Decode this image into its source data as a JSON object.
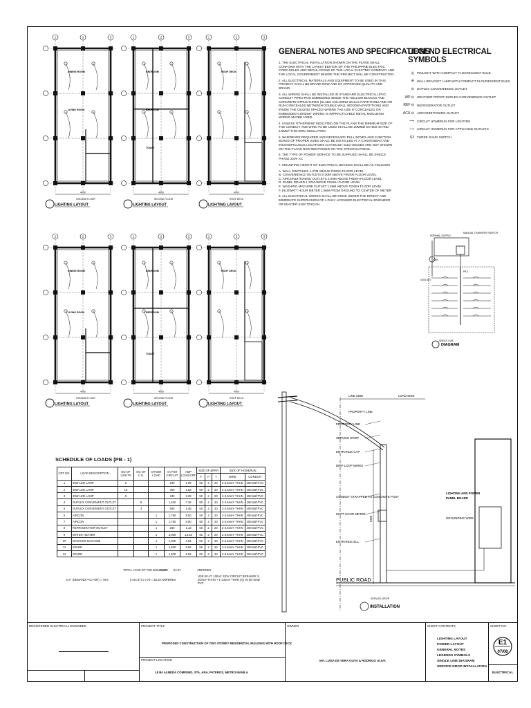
{
  "floor_plans": {
    "row1_labels": [
      "GROUND FLOOR",
      "SECOND FLOOR",
      "ROOF DECK"
    ],
    "row2_labels": [
      "GROUND FLOOR",
      "SECOND FLOOR",
      "ROOF DECK"
    ],
    "layout_title": "LIGHTING LAYOUT",
    "rooms_gf": [
      "DINING ROOM",
      "LIVING ROOM"
    ],
    "rooms_sf": [
      "BEDROOM",
      "BEDROOM",
      "TOILET"
    ],
    "rooms_roof": [
      "ROOF DECK"
    ],
    "dim": "4000",
    "grid_letters": [
      "1",
      "2",
      "3"
    ]
  },
  "general_notes": {
    "title": "GENERAL NOTES AND SPECIFICATIONS",
    "items": [
      "1. THE ELECTRICAL INSTALLATION SHOWN ON THE PLANS SHALL CONFORM WITH THE LATEST EDITION OF THE PHILIPPINE ELECTRIC CODE RULES AND REGULATIONS OF THE LOCAL ELECTRIC COMPANY AND THE LOCAL GOVERNMENT WHERE THE PROJECT WILL BE CONSTRUCTED.",
      "2. ALL ELECTRICAL MATERIALS AND EQUIPMENT TO BE USED IN THIS PROJECT SHALL BE BRAND NEW AND OF APPROVED QUALITY AND BRAND.",
      "3. ALL WIRING SHALL BE INSTALLED IN STANDARD ELECTRICAL UPVC CONDUIT PIPES RUN EMBEDDED INSIDE THE HOLLOW BLOCKS AND CONCRETE STRUCTURES (SLABS COLUMNS WALLS PARTITIONS AND OR RUN CONCEALED BETWEEN DOUBLE WALL WOODEN PARTITIONS AND INSIDE THE CEILING SPACES WHERE THE USE IF CONCEALED OR EMBEDDED CONDUIT WIRING IS IMPRACTICABLE METAL MOULDING WIRING MAYBE USED.",
      "4. UNLESS OTHERWISE INDICATED ON THE PLANS THE MINIMUM SIZE OF THE CONDUIT AND WIRE TO BE USED SHALL BE 20MMØ SCHED 40 AND 3.5MM² THW 600V INSULATION.",
      "5. WHEREVER REQUIRED AND NECESSARY PULL BOXES AND JUNCTION BOXES OF PROPER SIZES SHALL BE INSTALLED AT A CONVENIENT AND INCONSPICUOUS LOCATIONS ALTHOUGH SUCH BOXES ARE NOT SHOWN ON THE PLANS NOR MENTIONED ON THE SPECIFICATIONS.",
      "6. THE TYPE OF POWER SERVICE TO BE SUPPLIED SHALL BE SINGLE PHASE 220V AC",
      "7. MOUNTING HEIGHT OF ELECTRICAL DEVICES SHALL BE AS FOLLOWS",
      "A. WALL SWITCHES 1.37M ABOVE FINISH FLOOR LEVEL\nB. CONVENIENCE OUTLETS 0.30M ABOVE FINISH FLOOR LEVEL\nC. AIRCONDITIONING OUTLETS 2.00M ABOVE FINISH FLOOR LEVEL\nD. PANEL BOARD 1.37M ABOVE FINISH FLOOR LEVEL\nE. WASHING MACHINE OUTLET 1.50M ABOVE FINISH FLOOR LEVEL\nF. KILOWATT HOUR METER 1.80M FROM GROUND TO CENTER OF METER",
      "8. ALL ELECTRICAL WORKS SHALL BE DONE UNDER THE DIRECT AND IMMEDIATE SUPERVISION OF A DULY LICENSED ELECTRICAL ENGINEER OR MASTER ELECTRICIAN"
    ]
  },
  "legend": {
    "title": "LEGEND ELECTRICAL SYMBOLS",
    "items": [
      {
        "sym": "◎",
        "text": "PINLIGHT WITH COMPACT FLOURESCENT BULB"
      },
      {
        "sym": "⊕",
        "text": "WALL BRACKET LAMP WITH COMPACT FLOURESCENT BULB"
      },
      {
        "sym": "⊖",
        "text": "DUPLEX CONVENIENCE OUTLET"
      },
      {
        "sym": "WP ⊖",
        "text": "WEATHER PROOF DUPLEX CONVENIENCE OUTLET"
      },
      {
        "sym": "REF ⊖",
        "text": "REFRIGERATOR OUTLET"
      },
      {
        "sym": "ACU ⊖",
        "text": "AIRCONDITIONING OUTLET"
      },
      {
        "sym": "⟿",
        "text": "CIRCUIT HOMERUN FOR LIGHTING"
      },
      {
        "sym": "⟿",
        "text": "CIRCUIT HOMERUN FOR APPLIANCE OUTLETS"
      },
      {
        "sym": "S3",
        "text": "THREE GANG SWITCH"
      }
    ]
  },
  "single_line": {
    "labels": [
      "NORMAL SUPPLY",
      "MANUAL TRANSFER SWITCH",
      "KWH",
      "GEN SET"
    ],
    "panel_label": "PB-1",
    "caption_small": "SINGLE LINE",
    "caption": "DIAGRAM"
  },
  "service_drop": {
    "labels": [
      "LINE SIDE",
      "LOAD SIDE",
      "PROPERTY LINE",
      "SERVICE DROP",
      "ENTRANCE CAP",
      "DRIP LOOP WIRES",
      "CONDUIT STRAPPED TO CONCRETE POST",
      "WATT HOUR METER",
      "ENTRANCE ELL",
      "PUBLIC ROAD",
      "LIGHTING AND POWER PANEL BOARD",
      "GROUNDING WIRE"
    ],
    "dim": "5300",
    "caption_small": "SERVICE DROP",
    "caption": "INSTALLATION"
  },
  "schedule": {
    "title": "SCHEDULE OF LOADS (PB - 1)",
    "headers": [
      "CRT NO.",
      "LOAD DESCRIPTION",
      "NO OF LIGHTS",
      "NO OF C.O.",
      "OTHER LOAD",
      "VA PER CIRCUIT",
      "AMP LOAD/CRT",
      "F",
      "P",
      "T",
      "WIRE",
      "CONDUIT"
    ],
    "group_headers": [
      "SIZE OF BRKR",
      "SIZE OF HOMERUN"
    ],
    "rows": [
      [
        "1",
        "40W LED LAMP",
        "6",
        "",
        "",
        "240",
        "1.09",
        "50",
        "2",
        "20",
        "2-3.5mm² THHN",
        "20mmØ PVC"
      ],
      [
        "2",
        "40W LED LAMP",
        "10",
        "",
        "",
        "400",
        "1.82",
        "50",
        "2",
        "20",
        "2-3.5mm² THHN",
        "20mmØ PVC"
      ],
      [
        "3",
        "40W LED LAMP",
        "6",
        "",
        "",
        "240",
        "1.09",
        "50",
        "2",
        "20",
        "2-3.5mm² THHN",
        "20mmØ PVC"
      ],
      [
        "4",
        "DUPLEX CONVENIENT OUTLET",
        "",
        "8",
        "",
        "1,620",
        "7.36",
        "50",
        "2",
        "20",
        "2-3.5mm² THHN",
        "20mmØ PVC"
      ],
      [
        "5",
        "DUPLEX CONVENIENT OUTLET",
        "",
        "3",
        "",
        "540",
        "2.45",
        "50",
        "2",
        "20",
        "2-3.5mm² THHN",
        "20mmØ PVC"
      ],
      [
        "6",
        "AIRCON",
        "",
        "",
        "1",
        "1,760",
        "8.00",
        "50",
        "2",
        "20",
        "2-3.5mm² THHN",
        "20mmØ PVC"
      ],
      [
        "7",
        "AIRCON",
        "",
        "",
        "1",
        "1,760",
        "8.00",
        "50",
        "2",
        "20",
        "2-3.5mm² THHN",
        "20mmØ PVC"
      ],
      [
        "8",
        "REFRIGERATOR OUTLET",
        "",
        "",
        "1",
        "250",
        "1.13",
        "50",
        "2",
        "20",
        "2-3.5mm² THHN",
        "20mmØ PVC"
      ],
      [
        "9",
        "WATER HEATER",
        "",
        "",
        "1",
        "3,000",
        "13.63",
        "50",
        "2",
        "20",
        "2-3.5mm² THHN",
        "20mmØ PVC"
      ],
      [
        "10",
        "WASHING MACHINE",
        "",
        "",
        "1",
        "1,000",
        "4.54",
        "50",
        "2",
        "20",
        "2-3.5mm² THHN",
        "20mmØ PVC"
      ],
      [
        "11",
        "SPARE",
        "",
        "",
        "1",
        "1,500",
        "6.82",
        "50",
        "2",
        "20",
        "2-3.5mm² THHN",
        "20mmØ PVC"
      ],
      [
        "12",
        "SPARE",
        "",
        "",
        "1",
        "1,500",
        "6.82",
        "50",
        "2",
        "20",
        "2-3.5mm² THHN",
        "20mmØ PVC"
      ]
    ],
    "total_label": "TOTAL LOAD OF THE BUILDING",
    "total_va": "14,170",
    "total_amp": "64.37",
    "total_unit": "AMPERES",
    "demand_label": "D.F. (DEMAND FACTOR) = 75%",
    "demand_calc": "(I=64.37) x 0.75 = 48.28 AMPERES",
    "breaker_note": "USE 60 AT, 100AF 220V CIRCUIT BREAKER 2-30mm² THHN + 1-14mm² THHN (G) IN 50 mmØ PVC"
  },
  "title_block": {
    "engineer_label": "REGISTERED ELECTRICAL ENGINEER",
    "project_title_label": "PROJECT TITLE",
    "project_title": "PROPOSED CONSTRUCTION OF TWO STOREY RESIDENTIAL BUILDING WITH ROOF DECK",
    "project_location_label": "PROJECT LOCATION",
    "project_location": "L8 B4 ALMEDA COMPUND, STA. ANA, PATEROS, METRO MANILA",
    "owner_label": "OWNER",
    "owner": "MA. LUISA DE VERA OLIVA & RODRIGO OLIVA",
    "contents_label": "SHEET CONTENTS",
    "contents": [
      "LIGHTING LAYOUT",
      "POWER LAYOUT",
      "GENERAL NOTES",
      "LEGENDS SYMBOLS",
      "SINGLE LINE DIAGRAM",
      "SERVICE DROP INSTALLATION"
    ],
    "sheet_no_label": "SHEET NO.",
    "sheet_no": "E1",
    "sheet_of": "07/08",
    "discipline": "ELECTRICAL"
  }
}
